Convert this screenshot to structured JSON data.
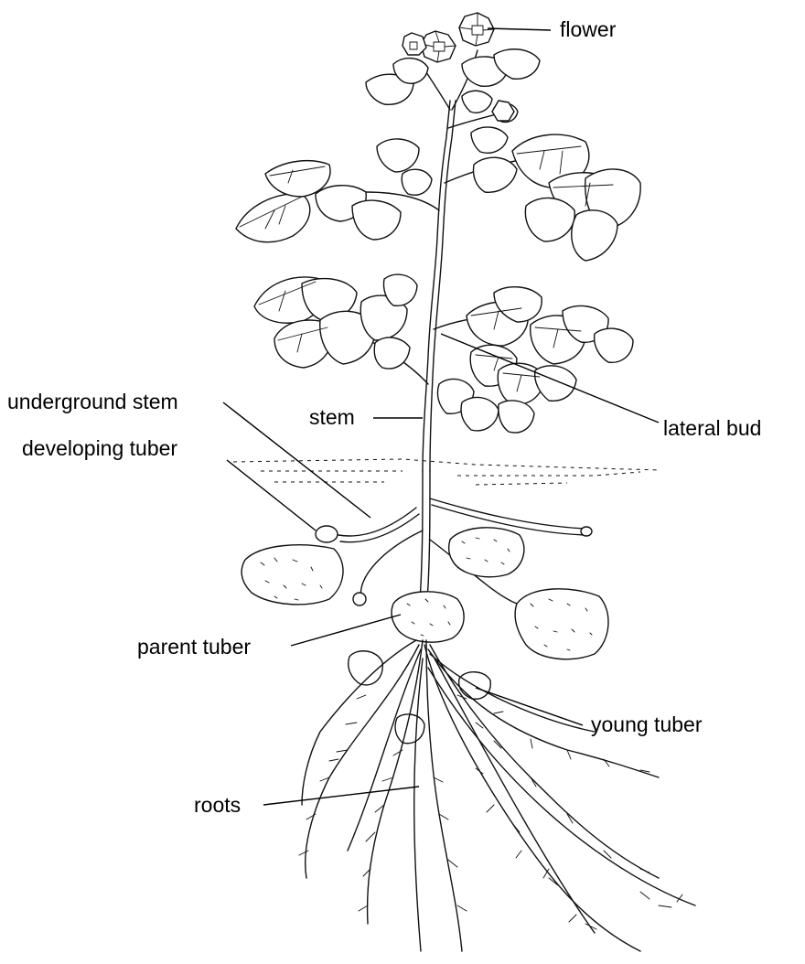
{
  "labels": {
    "flower": "flower",
    "lateral_bud": "lateral bud",
    "stem": "stem",
    "underground_stem": "underground stem",
    "developing_tuber": "developing tuber",
    "parent_tuber": "parent tuber",
    "young_tuber": "young tuber",
    "roots": "roots"
  },
  "colors": {
    "ink": "#111111",
    "background": "#ffffff"
  }
}
